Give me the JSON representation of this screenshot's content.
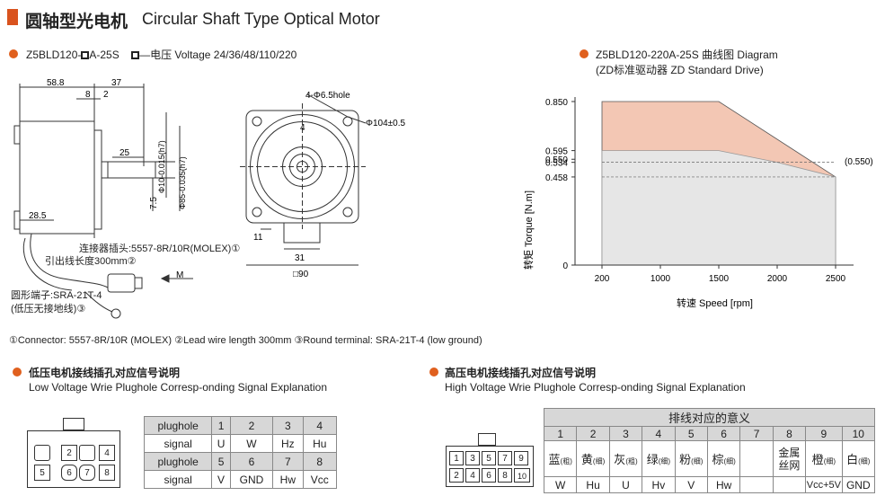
{
  "header": {
    "title_cn": "圆轴型光电机",
    "title_en": "Circular Shaft Type Optical Motor"
  },
  "model_line": {
    "model": "Z5BLD120-",
    "model_suffix": "A-25S",
    "voltage_text": "—电压 Voltage 24/36/48/110/220"
  },
  "drawing": {
    "dim_58_8": "58.8",
    "dim_37": "37",
    "dim_8": "8",
    "dim_2": "2",
    "dim_25": "25",
    "dim_7_5": "7.5",
    "dim_28_5": "28.5",
    "dim_phi10": "Φ10-0.015(h7)",
    "dim_phi85": "Φ85-0.035(h7)",
    "holes": "4-Φ6.5hole",
    "dim_phi104": "Φ104±0.5",
    "dim_4": "4",
    "dim_11": "11",
    "dim_31": "31",
    "dim_90": "□90",
    "label_m": "M",
    "callout_connector": "连接器插头:5557-8R/10R(MOLEX)①",
    "callout_lead": "引出线长度300mm②",
    "callout_terminal": "圆形端子:SRA-21T-4",
    "callout_ground": "(低压无接地线)③"
  },
  "footnote": "①Connector: 5557-8R/10R (MOLEX) ②Lead wire length 300mm ③Round terminal: SRA-21T-4 (low ground)",
  "curve": {
    "title_line1": "Z5BLD120-220A-25S 曲线图 Diagram",
    "title_line2": "(ZD标准驱动器 ZD Standard Drive)",
    "note": "(0.550)"
  },
  "chart_data": {
    "type": "area",
    "xlabel": "转速 Speed [rpm]",
    "ylabel": "转矩 Torque [N.m]",
    "xlim": [
      0,
      2500
    ],
    "ylim": [
      0,
      0.85
    ],
    "x_ticks": [
      "200",
      "1000",
      "1500",
      "2000",
      "2500"
    ],
    "y_ticks": [
      "0",
      "0.458",
      "0.534",
      "0.550",
      "0.595",
      "0.850"
    ],
    "series": [
      {
        "x": [
          200,
          1500,
          2500
        ],
        "values": [
          0.85,
          0.85,
          0.458
        ],
        "color": "#f3c7b4"
      },
      {
        "x": [
          200,
          1500,
          2000,
          2500
        ],
        "values": [
          0.595,
          0.595,
          0.534,
          0.458
        ],
        "color": "#e6e6e6"
      }
    ],
    "reference_lines": [
      0.534,
      0.458
    ],
    "grid": false
  },
  "low_voltage": {
    "title_cn": "低压电机接线插孔对应信号说明",
    "title_en": "Low Voltage  Wrie Plughole Corresp-onding Signal Explanation",
    "connector_pins": [
      "2",
      "4",
      "5",
      "6",
      "7",
      "8"
    ],
    "rows": [
      [
        "plughole",
        "1",
        "2",
        "3",
        "4"
      ],
      [
        "signal",
        "U",
        "W",
        "Hz",
        "Hu"
      ],
      [
        "plughole",
        "5",
        "6",
        "7",
        "8"
      ],
      [
        "signal",
        "V",
        "GND",
        "Hw",
        "Vcc"
      ]
    ]
  },
  "high_voltage": {
    "title_cn": "高压电机接线插孔对应信号说明",
    "title_en": "High Voltage  Wrie Plughole Corresp-onding Signal Explanation",
    "header": "排线对应的意义",
    "pins_top": [
      "1",
      "3",
      "5",
      "7",
      "9"
    ],
    "pins_bottom": [
      "2",
      "4",
      "6",
      "8",
      "10"
    ],
    "numbers": [
      "1",
      "2",
      "3",
      "4",
      "5",
      "6",
      "7",
      "8",
      "9",
      "10"
    ],
    "colors": [
      "蓝",
      "黄",
      "灰",
      "绿",
      "粉",
      "棕",
      "",
      "金属丝网",
      "橙",
      "白"
    ],
    "sizes": [
      "(粗)",
      "(细)",
      "(粗)",
      "(细)",
      "(细)",
      "(细)",
      "",
      "",
      "(细)",
      "(细)"
    ],
    "signals": [
      "W",
      "Hu",
      "U",
      "Hv",
      "V",
      "Hw",
      "",
      "",
      "Vcc+5V",
      "GND"
    ]
  }
}
